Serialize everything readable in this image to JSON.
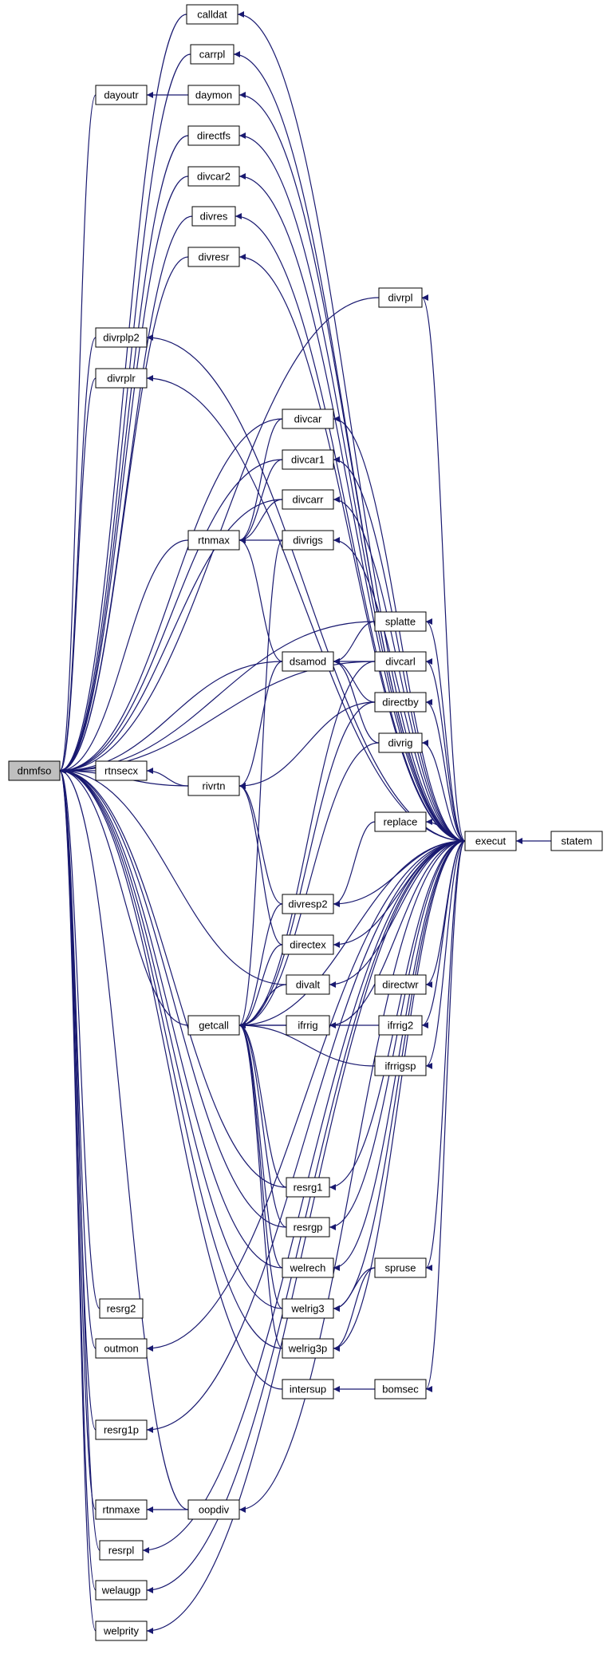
{
  "graph": {
    "line_color": "#191970",
    "root_fill": "#bfbfbf",
    "node_fill": "#ffffff",
    "nodes": [
      {
        "id": "dnmfso",
        "label": "dnmfso"
      },
      {
        "id": "calldat",
        "label": "calldat"
      },
      {
        "id": "carrpl",
        "label": "carrpl"
      },
      {
        "id": "dayoutr",
        "label": "dayoutr"
      },
      {
        "id": "daymon",
        "label": "daymon"
      },
      {
        "id": "directfs",
        "label": "directfs"
      },
      {
        "id": "divcar2",
        "label": "divcar2"
      },
      {
        "id": "divres",
        "label": "divres"
      },
      {
        "id": "divresr",
        "label": "divresr"
      },
      {
        "id": "divrpl",
        "label": "divrpl"
      },
      {
        "id": "divrplp2",
        "label": "divrplp2"
      },
      {
        "id": "divrplr",
        "label": "divrplr"
      },
      {
        "id": "divcar",
        "label": "divcar"
      },
      {
        "id": "divcar1",
        "label": "divcar1"
      },
      {
        "id": "divcarr",
        "label": "divcarr"
      },
      {
        "id": "rtnmax",
        "label": "rtnmax"
      },
      {
        "id": "divrigs",
        "label": "divrigs"
      },
      {
        "id": "splatte",
        "label": "splatte"
      },
      {
        "id": "dsamod",
        "label": "dsamod"
      },
      {
        "id": "divcarl",
        "label": "divcarl"
      },
      {
        "id": "directby",
        "label": "directby"
      },
      {
        "id": "rtnsecx",
        "label": "rtnsecx"
      },
      {
        "id": "rivrtn",
        "label": "rivrtn"
      },
      {
        "id": "divrig",
        "label": "divrig"
      },
      {
        "id": "replace",
        "label": "replace"
      },
      {
        "id": "execut",
        "label": "execut"
      },
      {
        "id": "statem",
        "label": "statem"
      },
      {
        "id": "divresp2",
        "label": "divresp2"
      },
      {
        "id": "directex",
        "label": "directex"
      },
      {
        "id": "divalt",
        "label": "divalt"
      },
      {
        "id": "directwr",
        "label": "directwr"
      },
      {
        "id": "getcall",
        "label": "getcall"
      },
      {
        "id": "ifrrig",
        "label": "ifrrig"
      },
      {
        "id": "ifrrig2",
        "label": "ifrrig2"
      },
      {
        "id": "ifrrigsp",
        "label": "ifrrigsp"
      },
      {
        "id": "resrg1",
        "label": "resrg1"
      },
      {
        "id": "resrgp",
        "label": "resrgp"
      },
      {
        "id": "welrech",
        "label": "welrech"
      },
      {
        "id": "spruse",
        "label": "spruse"
      },
      {
        "id": "welrig3",
        "label": "welrig3"
      },
      {
        "id": "resrg2",
        "label": "resrg2"
      },
      {
        "id": "welrig3p",
        "label": "welrig3p"
      },
      {
        "id": "outmon",
        "label": "outmon"
      },
      {
        "id": "intersup",
        "label": "intersup"
      },
      {
        "id": "bomsec",
        "label": "bomsec"
      },
      {
        "id": "resrg1p",
        "label": "resrg1p"
      },
      {
        "id": "rtnmaxe",
        "label": "rtnmaxe"
      },
      {
        "id": "oopdiv",
        "label": "oopdiv"
      },
      {
        "id": "resrpl",
        "label": "resrpl"
      },
      {
        "id": "welaugp",
        "label": "welaugp"
      },
      {
        "id": "welprity",
        "label": "welprity"
      }
    ],
    "edges": [
      [
        "statem",
        "execut"
      ],
      [
        "execut",
        "calldat"
      ],
      [
        "execut",
        "carrpl"
      ],
      [
        "execut",
        "daymon"
      ],
      [
        "execut",
        "directfs"
      ],
      [
        "execut",
        "divcar2"
      ],
      [
        "execut",
        "divres"
      ],
      [
        "execut",
        "divresr"
      ],
      [
        "execut",
        "divrpl"
      ],
      [
        "execut",
        "divrplp2"
      ],
      [
        "execut",
        "divrplr"
      ],
      [
        "execut",
        "divcar"
      ],
      [
        "execut",
        "divcar1"
      ],
      [
        "execut",
        "divcarr"
      ],
      [
        "execut",
        "divrigs"
      ],
      [
        "execut",
        "splatte"
      ],
      [
        "execut",
        "divcarl"
      ],
      [
        "execut",
        "directby"
      ],
      [
        "execut",
        "divrig"
      ],
      [
        "execut",
        "replace"
      ],
      [
        "execut",
        "divresp2"
      ],
      [
        "execut",
        "directex"
      ],
      [
        "execut",
        "divalt"
      ],
      [
        "execut",
        "directwr"
      ],
      [
        "execut",
        "ifrrig"
      ],
      [
        "execut",
        "ifrrig2"
      ],
      [
        "execut",
        "ifrrigsp"
      ],
      [
        "execut",
        "getcall"
      ],
      [
        "execut",
        "resrg1"
      ],
      [
        "execut",
        "resrgp"
      ],
      [
        "execut",
        "welrech"
      ],
      [
        "execut",
        "spruse"
      ],
      [
        "execut",
        "welrig3"
      ],
      [
        "execut",
        "welrig3p"
      ],
      [
        "execut",
        "bomsec"
      ],
      [
        "execut",
        "outmon"
      ],
      [
        "execut",
        "resrg1p"
      ],
      [
        "execut",
        "oopdiv"
      ],
      [
        "execut",
        "resrpl"
      ],
      [
        "execut",
        "welaugp"
      ],
      [
        "execut",
        "welprity"
      ],
      [
        "daymon",
        "dayoutr"
      ],
      [
        "divcar",
        "rtnmax"
      ],
      [
        "divcar1",
        "rtnmax"
      ],
      [
        "divcarr",
        "rtnmax"
      ],
      [
        "divrigs",
        "rtnmax"
      ],
      [
        "dsamod",
        "rtnmax"
      ],
      [
        "divcarl",
        "dsamod"
      ],
      [
        "splatte",
        "dsamod"
      ],
      [
        "directby",
        "dsamod"
      ],
      [
        "divrig",
        "dsamod"
      ],
      [
        "dsamod",
        "rivrtn"
      ],
      [
        "directby",
        "rivrtn"
      ],
      [
        "divresp2",
        "rivrtn"
      ],
      [
        "directex",
        "rivrtn"
      ],
      [
        "rivrtn",
        "rtnsecx"
      ],
      [
        "replace",
        "divresp2"
      ],
      [
        "divcarl",
        "getcall"
      ],
      [
        "divrigs",
        "getcall"
      ],
      [
        "directby",
        "getcall"
      ],
      [
        "divrig",
        "getcall"
      ],
      [
        "divresp2",
        "getcall"
      ],
      [
        "directex",
        "getcall"
      ],
      [
        "divalt",
        "getcall"
      ],
      [
        "ifrrig",
        "getcall"
      ],
      [
        "ifrrig2",
        "getcall"
      ],
      [
        "ifrrigsp",
        "getcall"
      ],
      [
        "resrg1",
        "getcall"
      ],
      [
        "resrgp",
        "getcall"
      ],
      [
        "welrech",
        "getcall"
      ],
      [
        "welrig3",
        "getcall"
      ],
      [
        "welrig3p",
        "getcall"
      ],
      [
        "spruse",
        "welrig3"
      ],
      [
        "spruse",
        "welrig3p"
      ],
      [
        "bomsec",
        "intersup"
      ],
      [
        "oopdiv",
        "rtnmaxe"
      ],
      [
        "calldat",
        "dnmfso"
      ],
      [
        "carrpl",
        "dnmfso"
      ],
      [
        "dayoutr",
        "dnmfso"
      ],
      [
        "directfs",
        "dnmfso"
      ],
      [
        "divcar2",
        "dnmfso"
      ],
      [
        "divres",
        "dnmfso"
      ],
      [
        "divresr",
        "dnmfso"
      ],
      [
        "divrpl",
        "dnmfso"
      ],
      [
        "divrplp2",
        "dnmfso"
      ],
      [
        "divrplr",
        "dnmfso"
      ],
      [
        "divcar",
        "dnmfso"
      ],
      [
        "divcar1",
        "dnmfso"
      ],
      [
        "divcarr",
        "dnmfso"
      ],
      [
        "rtnmax",
        "dnmfso"
      ],
      [
        "splatte",
        "dnmfso"
      ],
      [
        "divcarl",
        "dnmfso"
      ],
      [
        "dsamod",
        "dnmfso"
      ],
      [
        "rtnsecx",
        "dnmfso"
      ],
      [
        "rivrtn",
        "dnmfso"
      ],
      [
        "divalt",
        "dnmfso"
      ],
      [
        "getcall",
        "dnmfso"
      ],
      [
        "resrg1",
        "dnmfso"
      ],
      [
        "resrgp",
        "dnmfso"
      ],
      [
        "welrech",
        "dnmfso"
      ],
      [
        "welrig3",
        "dnmfso"
      ],
      [
        "resrg2",
        "dnmfso"
      ],
      [
        "welrig3p",
        "dnmfso"
      ],
      [
        "outmon",
        "dnmfso"
      ],
      [
        "intersup",
        "dnmfso"
      ],
      [
        "resrg1p",
        "dnmfso"
      ],
      [
        "rtnmaxe",
        "dnmfso"
      ],
      [
        "oopdiv",
        "dnmfso"
      ],
      [
        "resrpl",
        "dnmfso"
      ],
      [
        "welaugp",
        "dnmfso"
      ],
      [
        "welprity",
        "dnmfso"
      ]
    ]
  }
}
